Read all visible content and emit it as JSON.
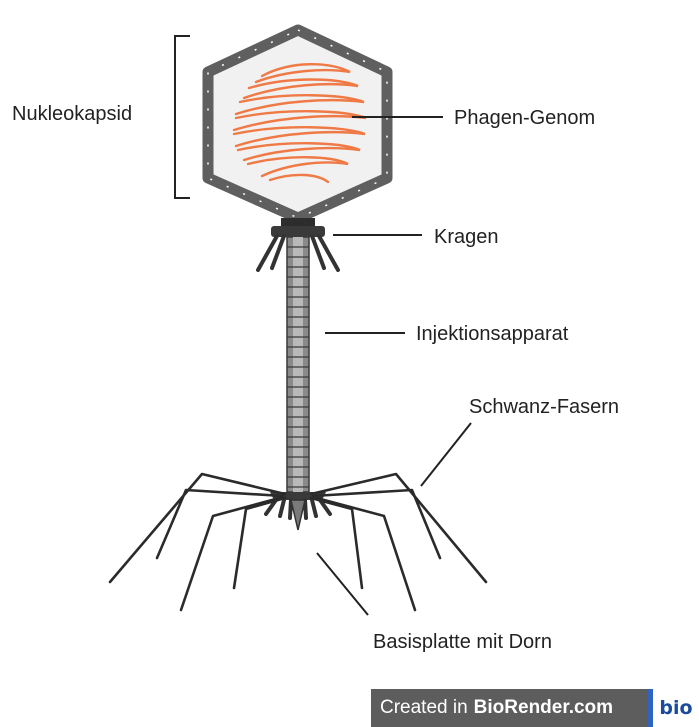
{
  "labels": {
    "nucleocapsid": "Nukleokapsid",
    "genome": "Phagen-Genom",
    "collar": "Kragen",
    "injection": "Injektionsapparat",
    "tail_fibers": "Schwanz-Fasern",
    "baseplate": "Basisplatte mit Dorn"
  },
  "badge": {
    "prefix": "Created in",
    "brand": "BioRender.com",
    "logo": "bio"
  },
  "colors": {
    "capsid_border": "#5f5f5f",
    "capsid_fill": "#f1f1f1",
    "genome": "#f07a45",
    "tail": "#8a8a8a",
    "fibers": "#2b2b2b",
    "label_text": "#222222",
    "badge_bg": "#5d5d5d",
    "badge_logo": "#1a4b9c"
  }
}
